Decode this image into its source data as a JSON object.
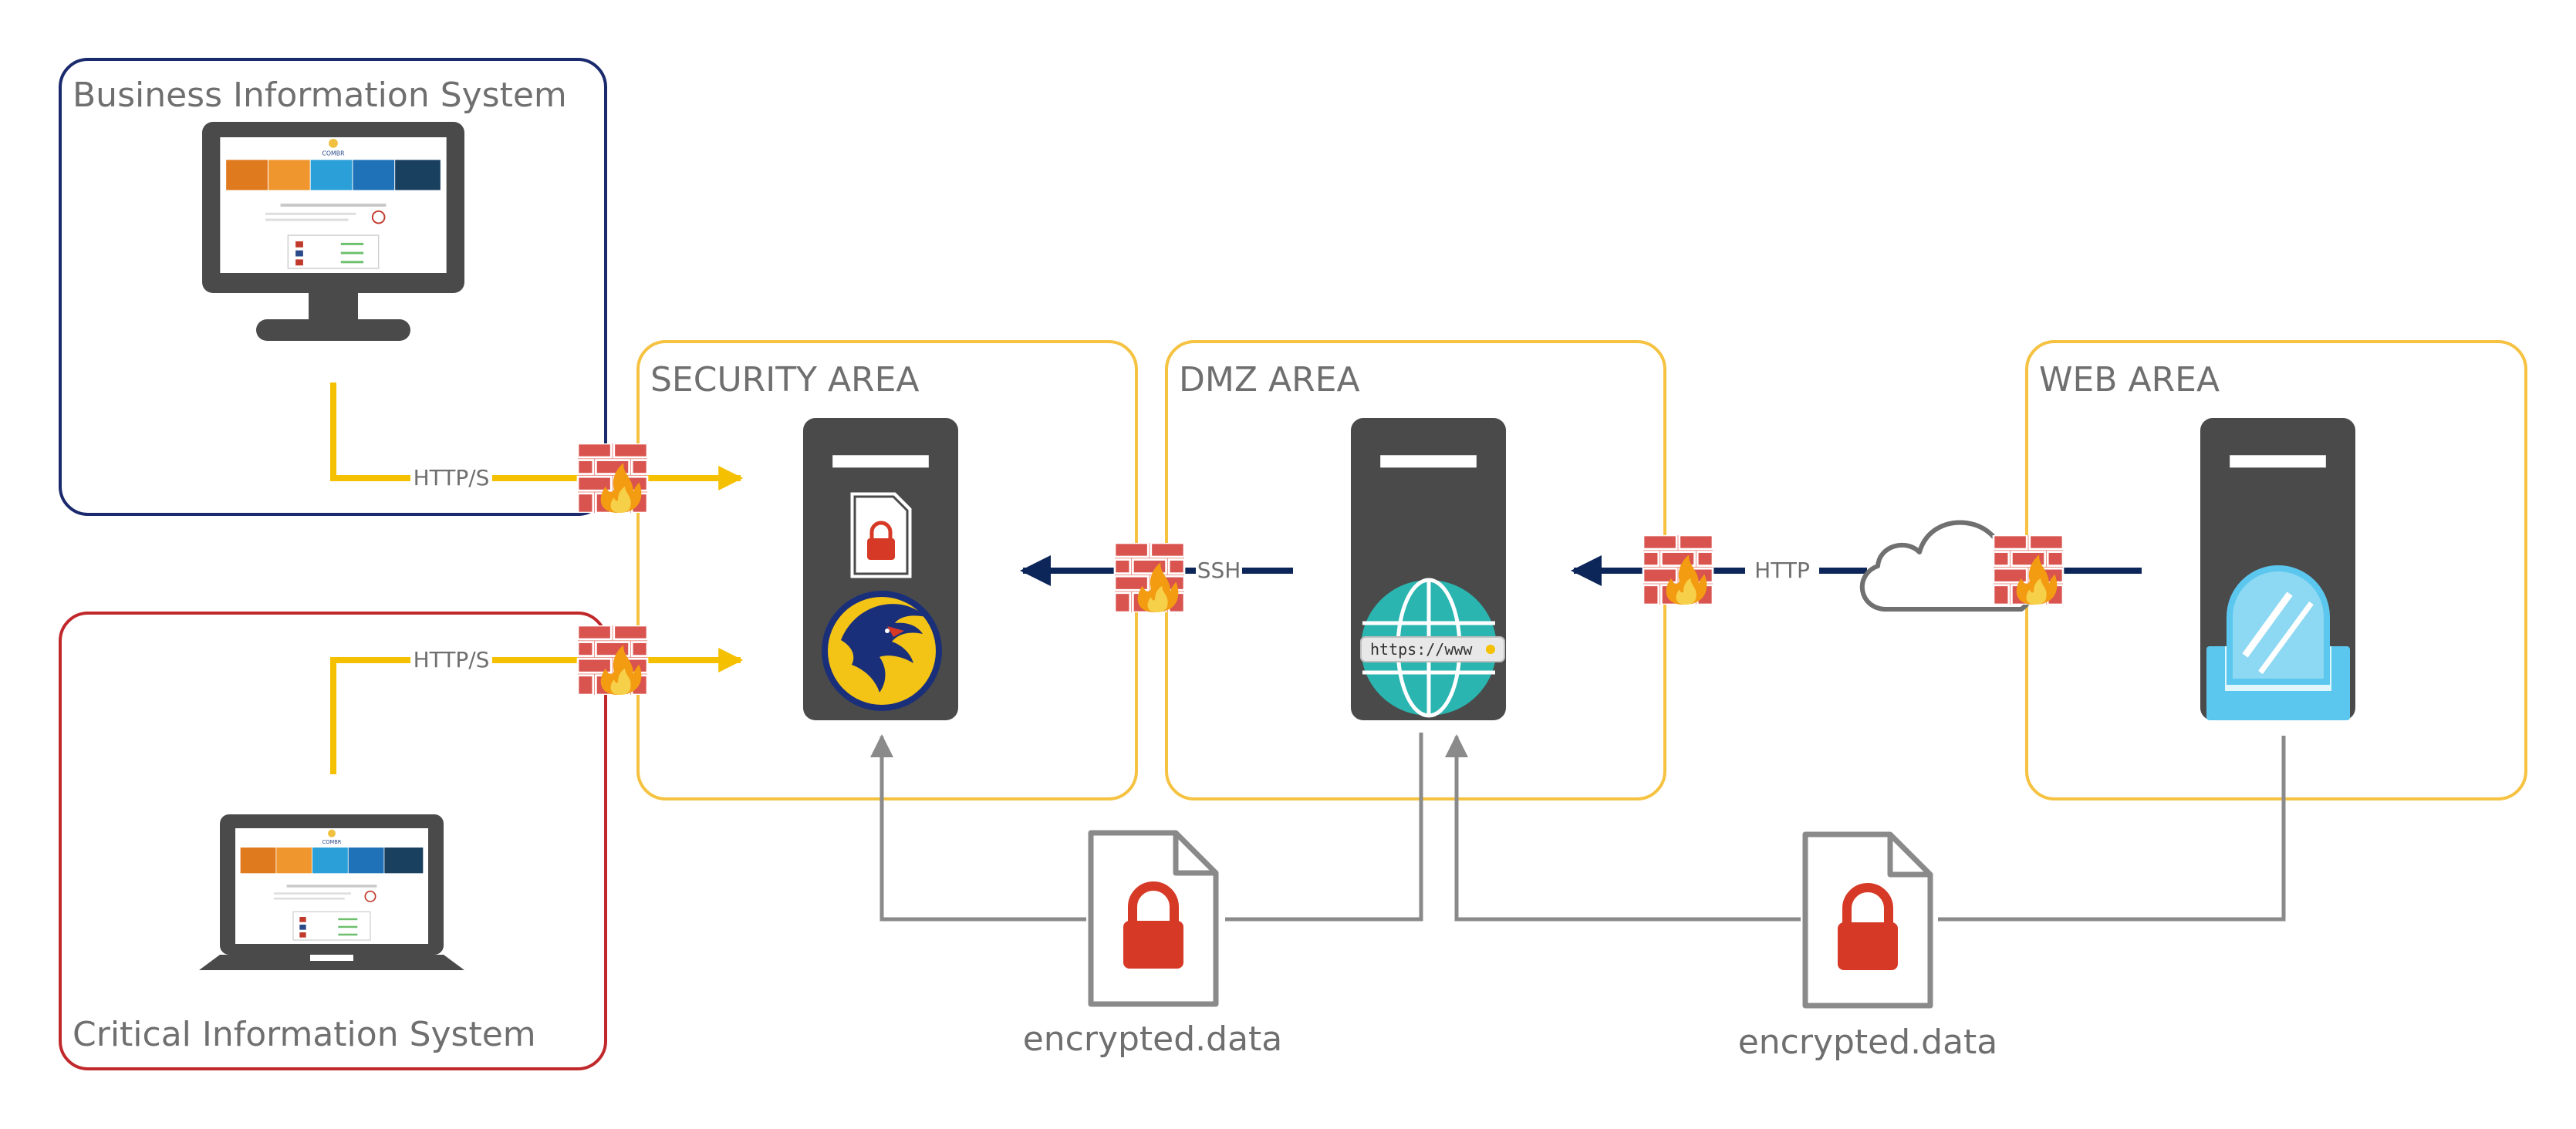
{
  "zones": {
    "business": {
      "title": "Business Information System",
      "border": "#1a2a6c"
    },
    "critical": {
      "title": "Critical Information System",
      "border": "#c0282b"
    },
    "security": {
      "title": "SECURITY AREA",
      "border": "#f5c242"
    },
    "dmz": {
      "title": "DMZ AREA",
      "border": "#f5c242"
    },
    "web": {
      "title": "WEB AREA",
      "border": "#f5c242"
    }
  },
  "protocols": {
    "business_link": "HTTP/S",
    "critical_link": "HTTP/S",
    "dmz_to_security": "SSH",
    "web_to_dmz": "HTTP"
  },
  "files": {
    "left": "encrypted.data",
    "right": "encrypted.data"
  },
  "browser": {
    "url": "https://www"
  },
  "colors": {
    "accent_yellow": "#f5c000",
    "navy": "#0d2659",
    "server": "#4a4a4a",
    "lock_red": "#d63a26",
    "firewall_brick": "#d9534f",
    "flame": "#f39c12",
    "globe": "#2bb5b0",
    "grey_line": "#8a8a8a"
  },
  "icons": [
    "desktop-monitor-icon",
    "laptop-icon",
    "firewall-icon",
    "server-icon",
    "locked-file-icon",
    "eagle-logo-icon",
    "globe-www-icon",
    "mirror-icon",
    "cloud-icon"
  ]
}
